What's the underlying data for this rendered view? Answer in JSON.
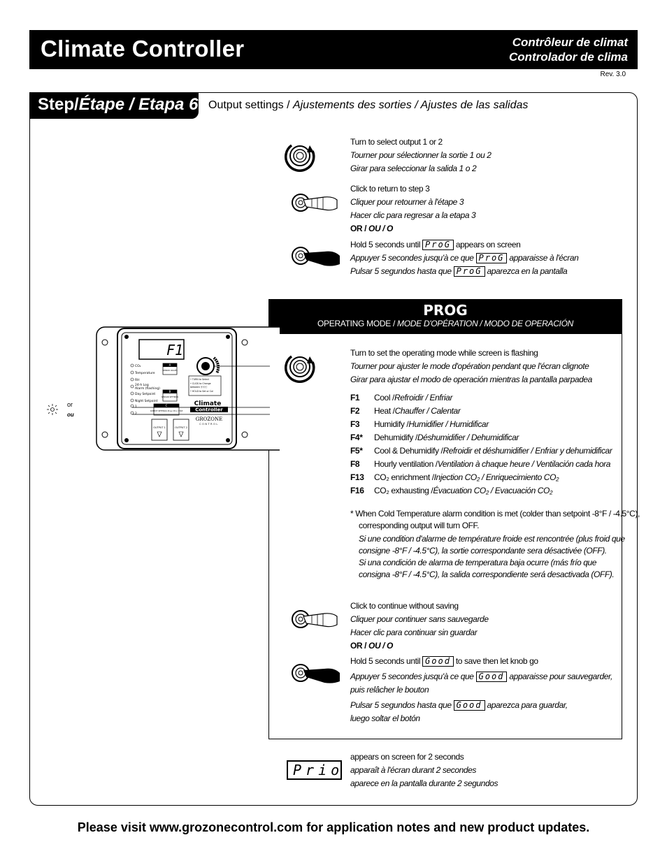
{
  "header": {
    "title": "Climate Controller",
    "subtitle_fr": "Contrôleur de climat",
    "subtitle_es": "Controlador de clima",
    "rev": "Rev. 3.0"
  },
  "step": {
    "label_en": "Step/",
    "label_fr_es": "Étape / Etapa 6",
    "title_en": "Output settings / ",
    "title_fr_es": "Ajustements des sorties / Ajustes de las salidas"
  },
  "instr_turn": {
    "en": "Turn to select output 1 or 2",
    "fr": "Tourner pour sélectionner la sortie 1 ou 2",
    "es": "Girar para seleccionar la salida 1 o 2"
  },
  "instr_click_return": {
    "en": "Click to return to step 3",
    "fr": "Cliquer pour retourner à l'étape 3",
    "es": "Hacer clic para regresar a la etapa 3"
  },
  "or_1": {
    "en": "OR / ",
    "fr_es": "OU / O"
  },
  "instr_hold_prog": {
    "en_a": "Hold 5 seconds until",
    "en_b": "appears on screen",
    "fr_a": "Appuyer 5 secondes jusqu'à ce que",
    "fr_b": "apparaisse à l'écran",
    "es_a": "Pulsar 5 segundos hasta que",
    "es_b": "aparezca en la pantalla",
    "lcd": "ProG"
  },
  "prog": {
    "title": "PROG",
    "sub_en": "OPERATING MODE / ",
    "sub_fr_es": "MODE D'OPÉRATION / MODO DE OPERACIÓN"
  },
  "instr_turn_mode": {
    "en": "Turn to set the operating mode while screen is flashing",
    "fr": "Tourner pour ajuster le mode d'opération pendant que l'écran clignote",
    "es": "Girar para ajustar el modo de operación mientras la pantalla parpadea"
  },
  "modes": [
    {
      "code": "F1",
      "en": "Cool / ",
      "other": "Refroidir / Enfriar"
    },
    {
      "code": "F2",
      "en": "Heat / ",
      "other": "Chauffer / Calentar"
    },
    {
      "code": "F3",
      "en": "Humidify / ",
      "other": "Humidifier / Humidificar"
    },
    {
      "code": "F4*",
      "en": "Dehumidify / ",
      "other": "Déshumidifier / Dehumidificar"
    },
    {
      "code": "F5*",
      "en": "Cool & Dehumidify / ",
      "other": "Refroidir et déshumidifier / Enfriar y dehumidificar"
    },
    {
      "code": "F8",
      "en": "Hourly ventilation / ",
      "other": "Ventilation à chaque heure / Ventilación cada hora"
    },
    {
      "code": "F13",
      "en": "CO₂ enrichment / ",
      "other": "Injection CO₂ / Enriquecimiento CO₂"
    },
    {
      "code": "F16",
      "en": "CO₂ exhausting / ",
      "other": "Évacuation CO₂ / Evacuación CO₂"
    }
  ],
  "note": {
    "en1": "*  When Cold Temperature alarm condition is met (colder than setpoint -8°F / -4.5°C),",
    "en2": "corresponding output will turn OFF.",
    "fr1": "Si une condition d'alarme de température froide est rencontrée (plus froid que",
    "fr2": "consigne -8°F / -4.5°C), la sortie correspondante sera désactivée (OFF).",
    "es1": "Si una condición de alarma de temperatura baja ocurre (más frío que",
    "es2": "consigna -8°F / -4.5°C), la salida correspondiente será desactivada (OFF)."
  },
  "instr_click_continue": {
    "en": "Click to continue without saving",
    "fr": "Cliquer pour continuer sans sauvegarde",
    "es": "Hacer clic para continuar sin guardar"
  },
  "or_2": {
    "en": "OR / ",
    "fr_es": "OU / O"
  },
  "instr_hold_good": {
    "en_a": "Hold 5 seconds until",
    "en_b": "to save then let knob go",
    "fr_a": "Appuyer 5 secondes jusqu'à ce que",
    "fr_b": "apparaisse pour sauvegarder,",
    "fr_c": "puis relâcher le bouton",
    "es_a": "Pulsar 5 segundos hasta que",
    "es_b": "aparezca para guardar,",
    "es_c": "luego soltar el botón",
    "lcd": "Good"
  },
  "prio": {
    "lcd": "Prio",
    "en": "appears on screen for 2 seconds",
    "fr": "apparaît à l'écran durant 2 secondes",
    "es": "aparece en la pantalla durante 2 segundos"
  },
  "device": {
    "display": "F1",
    "or_en": "or",
    "or_fr": "ou",
    "leds": [
      "CO₂",
      "Temperature",
      "RH",
      "24-h Log",
      "Alarm (flashing)",
      "Day Setpoint",
      "Night Setpoint",
      "1",
      "2"
    ],
    "btn_a": "A",
    "btn_a_sub": "SENSOR VALUES",
    "btn_b": "B",
    "btn_b_sub": "SENSOR SETTINGS",
    "btn_c": "C",
    "btn_c_sub": "OUTPUT SETTINGS Prog / Prio / F##",
    "knob_text": "• TURN to Select\n• CLICK to Change between ⓐⓑⓒ\n• HOLD to Set or Cal",
    "brand_1": "Climate",
    "brand_2": "Controller",
    "logo": "GROZONE",
    "logo_sub": "CONTROL",
    "out1": "OUTPUT 1",
    "out2": "OUTPUT 2"
  },
  "footer": "Please visit www.grozonecontrol.com for application notes and new product updates."
}
